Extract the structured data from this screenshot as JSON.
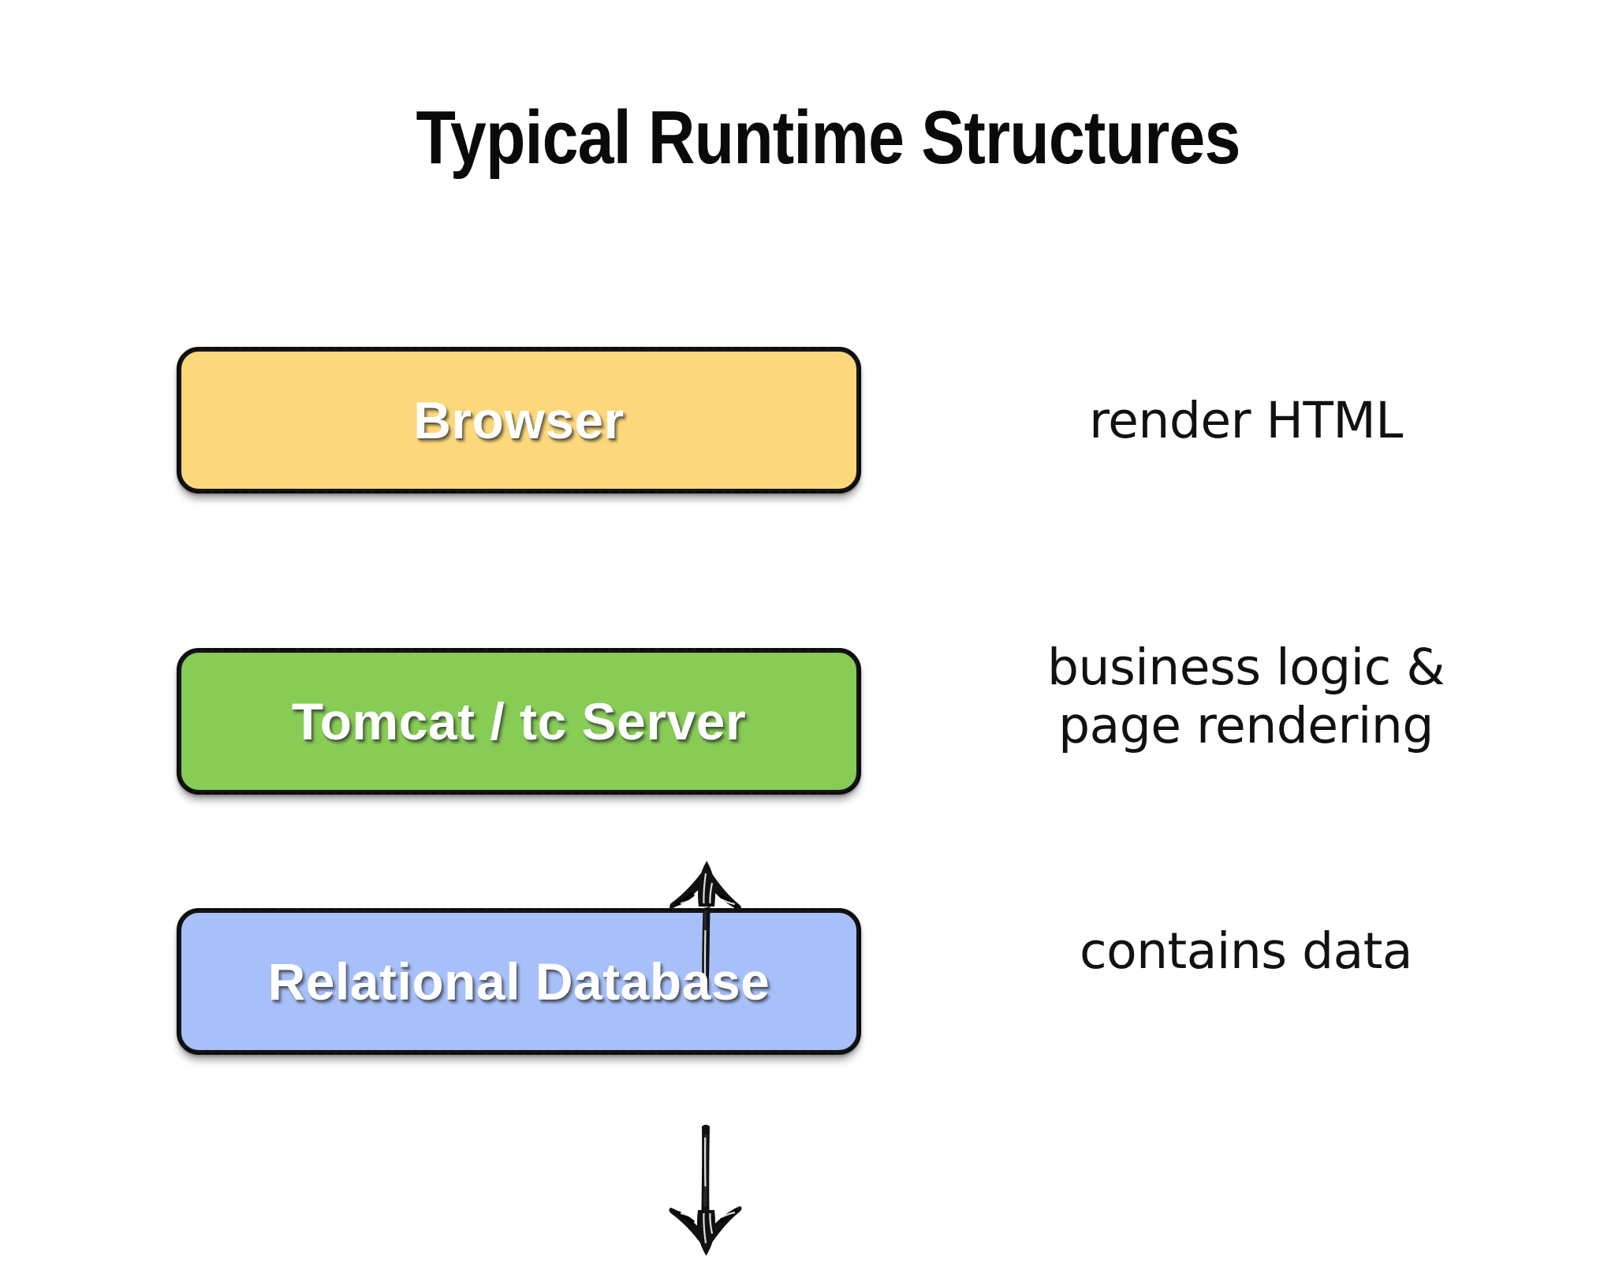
{
  "slide": {
    "title": "Typical Runtime Structures",
    "background_color": "#ffffff"
  },
  "diagram": {
    "type": "layered-stack",
    "nodes": [
      {
        "id": "browser",
        "label": "Browser",
        "fill_color": "#FDD87A",
        "border_color": "#151515",
        "text_color": "#FFFFFF",
        "annotation": {
          "lines": [
            "render HTML"
          ]
        }
      },
      {
        "id": "tomcat",
        "label": "Tomcat / tc Server",
        "fill_color": "#86CC55",
        "border_color": "#151515",
        "text_color": "#FFFFFF",
        "annotation": {
          "lines": [
            "business logic &",
            "page rendering"
          ]
        }
      },
      {
        "id": "database",
        "label": "Relational Database",
        "fill_color": "#A8C0FA",
        "border_color": "#151515",
        "text_color": "#FFFFFF",
        "annotation": {
          "lines": [
            "contains data"
          ]
        }
      }
    ],
    "connectors": [
      {
        "id": "tomcat-to-browser",
        "direction": "up",
        "from": "tomcat",
        "to": "browser",
        "style": "hand-drawn-arrow",
        "color": "#111111"
      },
      {
        "id": "tomcat-to-database",
        "direction": "down",
        "from": "tomcat",
        "to": "database",
        "style": "hand-drawn-arrow",
        "color": "#111111"
      }
    ]
  }
}
